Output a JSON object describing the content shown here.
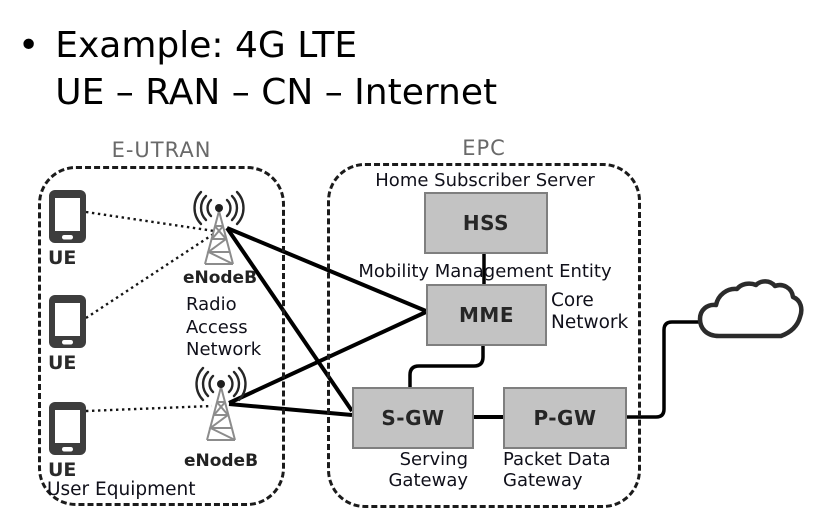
{
  "slide_title": {
    "bullet": "•",
    "line1": "Example: 4G LTE",
    "line2": "UE – RAN – CN – Internet"
  },
  "eutran": {
    "group_label": "E-UTRAN",
    "ue1_label": "UE",
    "ue2_label": "UE",
    "ue3_label": "UE",
    "enodeb_top_label": "eNodeB",
    "enodeb_bottom_label": "eNodeB",
    "ran_lines": [
      "Radio",
      "Access",
      "Network"
    ],
    "bottom_caption": "User Equipment"
  },
  "epc": {
    "group_label": "EPC",
    "hss_caption": "Home Subscriber Server",
    "hss_label": "HSS",
    "mme_caption": "Mobility Management Entity",
    "mme_label": "MME",
    "core_lines": [
      "Core",
      "Network"
    ],
    "sgw_label": "S-GW",
    "sgw_caption_lines": [
      "Serving",
      "Gateway"
    ],
    "pgw_label": "P-GW",
    "pgw_caption_lines": [
      "Packet Data",
      "Gateway"
    ]
  },
  "icons": {
    "ue_phone": "smartphone-icon",
    "enodeb": "antenna-tower-icon",
    "internet": "cloud-icon"
  },
  "colors": {
    "node_fill": "#c3c3c3",
    "node_border": "#7f7f7f",
    "group_label_gray": "#696969",
    "line_black": "#000000",
    "text_dark": "#14141d"
  }
}
